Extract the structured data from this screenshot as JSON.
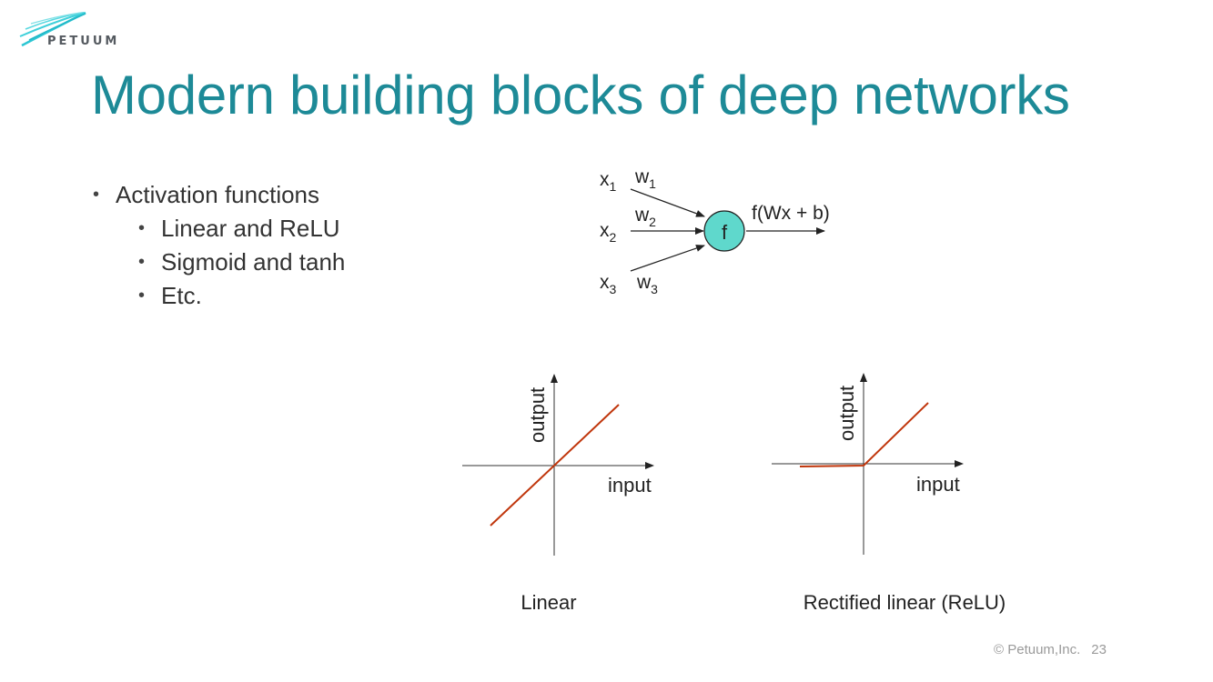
{
  "brand": {
    "logo_text": "PETUUM",
    "accent": "#2cc6d3"
  },
  "title": "Modern building blocks of deep networks",
  "title_color": "#1d8a97",
  "bullets": [
    {
      "text": "Activation functions",
      "level": 1
    },
    {
      "text": "Linear and ReLU",
      "level": 2
    },
    {
      "text": "Sigmoid and tanh",
      "level": 2
    },
    {
      "text": "Etc.",
      "level": 2
    }
  ],
  "neuron": {
    "inputs": [
      {
        "x": "x",
        "x_sub": "1",
        "w": "w",
        "w_sub": "1"
      },
      {
        "x": "x",
        "x_sub": "2",
        "w": "w",
        "w_sub": "2"
      },
      {
        "x": "x",
        "x_sub": "3",
        "w": "w",
        "w_sub": "3"
      }
    ],
    "node_label": "f",
    "node_color": "#5fd8cc",
    "output_label": "f(Wx + b)"
  },
  "plots": [
    {
      "name": "linear",
      "caption": "Linear",
      "xlabel": "input",
      "ylabel": "output",
      "line_color": "#c0360c"
    },
    {
      "name": "relu",
      "caption": "Rectified linear (ReLU)",
      "xlabel": "input",
      "ylabel": "output",
      "line_color": "#c0360c"
    }
  ],
  "footer": {
    "copyright": "© Petuum,Inc.",
    "page": "23"
  }
}
